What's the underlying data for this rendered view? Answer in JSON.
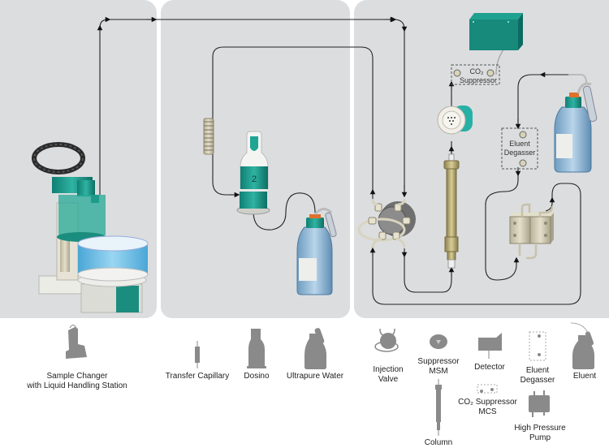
{
  "title": "Ion chromatography system flow diagram",
  "diagram_labels": {
    "dosino_number": "2",
    "co2_suppressor_inline_line1": "CO₂",
    "co2_suppressor_inline_line2": "Suppressor",
    "eluent_degasser_inline_line1": "Eluent",
    "eluent_degasser_inline_line2": "Degasser"
  },
  "legend": [
    {
      "id": "sample-changer",
      "line1": "Sample Changer",
      "line2": "with Liquid Handling Station",
      "icon": "sample-changer-icon"
    },
    {
      "id": "transfer-capillary",
      "line1": "Transfer Capillary",
      "line2": "",
      "icon": "transfer-capillary-icon"
    },
    {
      "id": "dosino",
      "line1": "Dosino",
      "line2": "",
      "icon": "dosino-icon"
    },
    {
      "id": "ultrapure-water",
      "line1": "Ultrapure Water",
      "line2": "",
      "icon": "ultrapure-water-bottle-icon"
    },
    {
      "id": "injection-valve",
      "line1": "Injection",
      "line2": "Valve",
      "icon": "injection-valve-icon"
    },
    {
      "id": "suppressor-msm",
      "line1": "Suppressor",
      "line2": "MSM",
      "icon": "suppressor-msm-icon"
    },
    {
      "id": "column",
      "line1": "Column",
      "line2": "",
      "icon": "column-icon"
    },
    {
      "id": "detector",
      "line1": "Detector",
      "line2": "",
      "icon": "detector-icon"
    },
    {
      "id": "co2-suppressor",
      "line1": "CO₂ Suppressor",
      "line2": "MCS",
      "icon": "co2-suppressor-icon"
    },
    {
      "id": "eluent-degasser",
      "line1": "Eluent",
      "line2": "Degasser",
      "icon": "eluent-degasser-icon"
    },
    {
      "id": "high-pressure-pump",
      "line1": "High Pressure",
      "line2": "Pump",
      "icon": "high-pressure-pump-icon"
    },
    {
      "id": "eluent",
      "line1": "Eluent",
      "line2": "",
      "icon": "eluent-bottle-icon"
    }
  ],
  "colors": {
    "panel": "#dcdddf",
    "teal": "#1a9a8a",
    "legend_icon": "#8a8a8a",
    "line": "#222222",
    "column_brass": "#b7ab72"
  }
}
